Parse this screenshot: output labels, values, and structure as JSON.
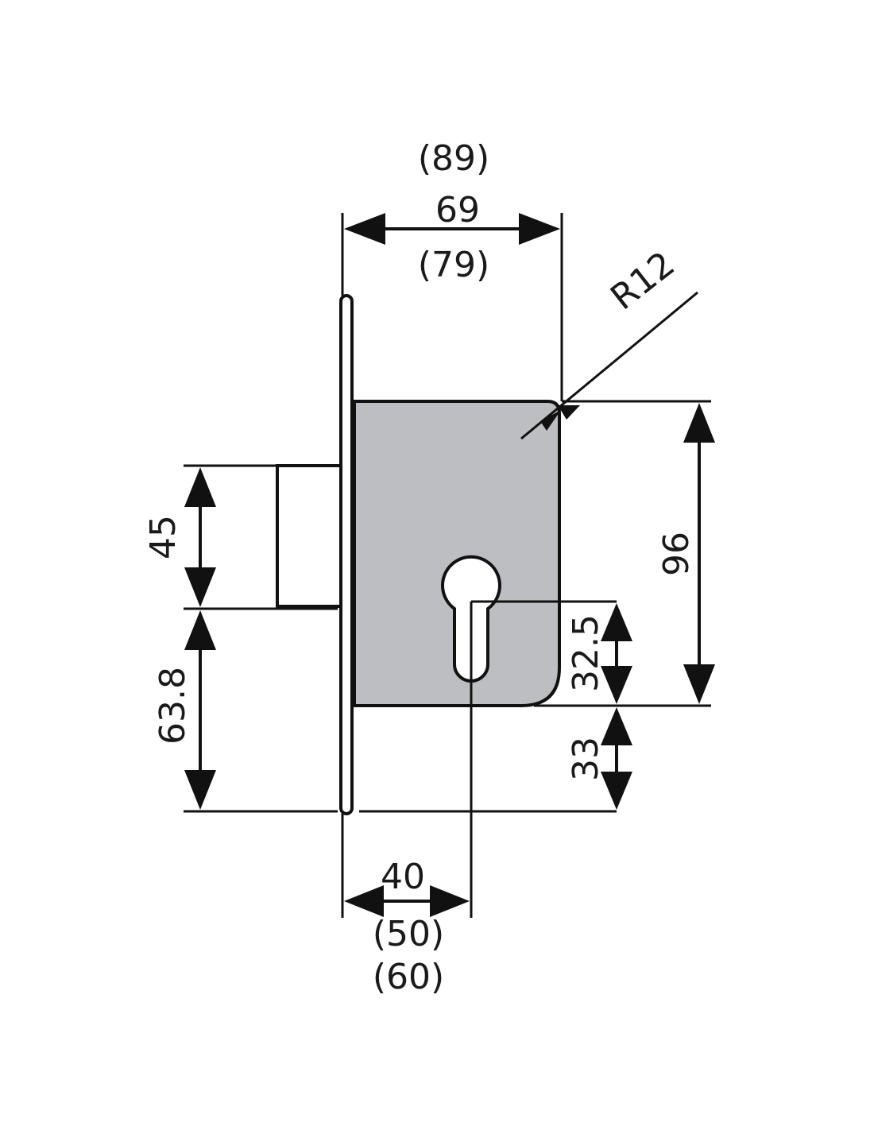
{
  "diagram": {
    "colors": {
      "lock_body": "#bdbec1",
      "outline": "#111111",
      "background": "#ffffff"
    },
    "dimensions": {
      "width_alt_top": "(89)",
      "width_main": "69",
      "width_alt_bottom": "(79)",
      "corner_radius": "R12",
      "body_height": "96",
      "bolt_height": "45",
      "bolt_to_bottom": "63.8",
      "keyhole_to_body_bottom": "32.5",
      "body_bottom_to_base": "33",
      "backset_main": "40",
      "backset_alt_1": "(50)",
      "backset_alt_2": "(60)"
    },
    "icons": {
      "keyhole": "euro-cylinder-keyhole-icon"
    }
  }
}
